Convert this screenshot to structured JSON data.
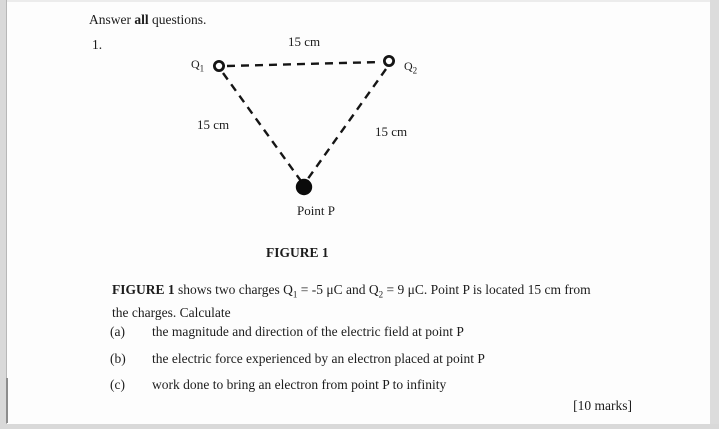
{
  "page": {
    "instruction": {
      "prefix": "Answer ",
      "bold": "all",
      "suffix": " questions."
    },
    "question_number": "1."
  },
  "figure": {
    "charge1_label": "Q",
    "charge1_sub": "1",
    "charge2_label": "Q",
    "charge2_sub": "2",
    "distance_top": "15 cm",
    "distance_left": "15 cm",
    "distance_right": "15 cm",
    "point_label": "Point P",
    "caption": "FIGURE 1",
    "line_color": "#151515"
  },
  "question": {
    "intro_line1": {
      "bold": "FIGURE 1",
      "t1": " shows two charges Q",
      "s1": "1",
      "t2": " = -5 μC and Q",
      "s2": "2",
      "t3": " = 9 μC. Point P is located 15 cm from"
    },
    "intro_line2": "the charges. Calculate",
    "items": [
      {
        "label": "(a)",
        "text": "the magnitude and direction of the electric field at point P"
      },
      {
        "label": "(b)",
        "text": "the electric force experienced by an electron placed at point P"
      },
      {
        "label": "(c)",
        "text": "work done to bring an electron from point P to infinity"
      }
    ],
    "marks": "[10 marks]"
  }
}
